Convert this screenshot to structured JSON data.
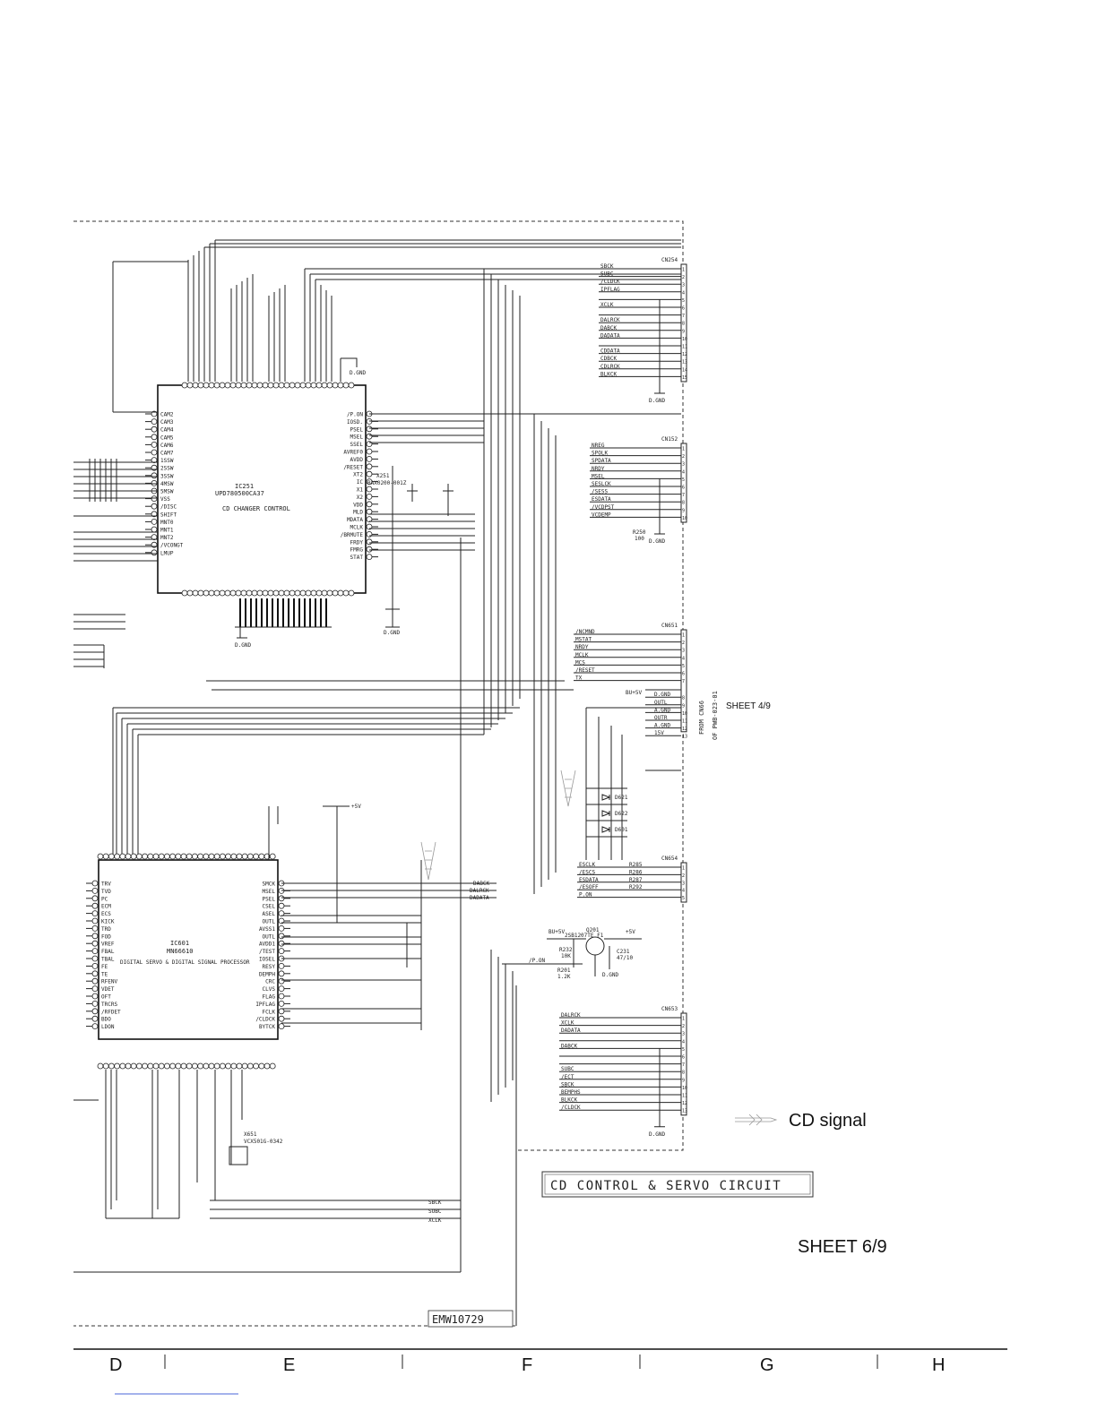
{
  "sheet": {
    "title": "CD CONTROL & SERVO CIRCUIT",
    "sheet_label": "SHEET 6/9",
    "drawing_no": "EMW10729",
    "legend_label": "CD signal",
    "ref_sheet": "SHEET 4/9",
    "from_text": "FROM CN66",
    "from_pcb": "OF PWB-023-01",
    "column_labels": [
      "D",
      "E",
      "F",
      "G",
      "H"
    ]
  },
  "ic251": {
    "ref": "IC251",
    "part": "UPD780500CA37",
    "function": "CD CHANGER CONTROL",
    "left_pins": [
      "CAM2",
      "CAM3",
      "CAM4",
      "CAM5",
      "CAM6",
      "CAM7",
      "1SSW",
      "2SSW",
      "3SSW",
      "4MSW",
      "5MSW",
      "VSS",
      "/DISC",
      "SHIFT",
      "MNT0",
      "MNT1",
      "MNT2",
      "/VCONGT",
      "LMUP"
    ],
    "right_pins": [
      "/P.ON",
      "IOSD.",
      "PSEL",
      "MSEL",
      "SSEL",
      "AVREF0",
      "AVDD",
      "/RESET",
      "XT2",
      "IC",
      "X1",
      "X2",
      "VDD",
      "MLD",
      "MDATA",
      "MCLK",
      "/BRMUTE",
      "FRDY",
      "FMRG",
      "STAT"
    ]
  },
  "ic601": {
    "ref": "IC601",
    "part": "MN66610",
    "function": "DIGITAL SERVO & DIGITAL SIGNAL PROCESSOR",
    "left_pins": [
      "TRV",
      "TVD",
      "PC",
      "ECM",
      "ECS",
      "KICK",
      "TRD",
      "FOD",
      "VREF",
      "FBAL",
      "TBAL",
      "FE",
      "TE",
      "RFENV",
      "VDET",
      "OFT",
      "TRCRS",
      "/RFDET",
      "BDO",
      "LDON"
    ],
    "right_pins": [
      "SMCK",
      "MSEL",
      "PSEL",
      "CSEL",
      "ASEL",
      "OUTL",
      "AVSS1",
      "OUTL",
      "AVDD1",
      "/TEST",
      "IOSEL",
      "RESY",
      "DEMPH",
      "CRC",
      "CLVS",
      "FLAG",
      "IPFLAG",
      "FCLK",
      "/CLDCK",
      "BYTCK"
    ]
  },
  "cn254": {
    "ref": "CN254",
    "signals": [
      "SBCK",
      "SUBC",
      "/CLDCK",
      "IPFLAG",
      "",
      "XCLK",
      "",
      "DALRCK",
      "DABCK",
      "DADATA",
      "",
      "CDDATA",
      "CDBCK",
      "CDLRCK",
      "BLKCK"
    ],
    "gnd": "D.GND"
  },
  "cn152": {
    "ref": "CN152",
    "signals": [
      "NREG",
      "SPOLK",
      "SPDATA",
      "NRDY",
      "MSEL",
      "SESLCK",
      "/SESS",
      "ESDATA",
      "/VCDPST",
      "VCDEMP"
    ],
    "resistor": "R250",
    "res_value": "100",
    "gnd": "D.GND"
  },
  "cn651": {
    "ref": "CN651",
    "signals": [
      "/NCMND",
      "MSTAT",
      "NRDY",
      "MCLK",
      "MCS",
      "/RESET",
      "TX"
    ],
    "power": "BU+5V",
    "outputs": [
      "D.GND",
      "OUTL",
      "A.GND",
      "OUTR",
      "A.GND",
      "15V"
    ],
    "diodes": [
      "D621",
      "D622",
      "D601"
    ]
  },
  "cn654": {
    "ref": "CN654",
    "signals": [
      "ESCLK",
      "/ESCS",
      "ESDATA",
      "/ESOFF",
      "P.ON"
    ],
    "resistors": [
      "R285",
      "R286",
      "R287",
      "R292"
    ]
  },
  "cn653": {
    "ref": "CN653",
    "signals": [
      "DALRCK",
      "XCLK",
      "DADATA",
      "",
      "DABCK",
      "",
      "",
      "SUBC",
      "/ECT",
      "SBCK",
      "BEMPHS",
      "BLKCK",
      "/CLDCK"
    ],
    "gnd": "D.GND"
  },
  "power_switch": {
    "transistor": "Q201",
    "part": "2SB1207TE F1",
    "supply_in": "BU+5V",
    "supply_out": "+5V",
    "r_base": "R232",
    "r_base_value": "10K",
    "r_series": "R201",
    "r_series_value": "1.2K",
    "cap": "C231",
    "cap_value": "47/10",
    "label": "/P.ON",
    "gnd": "D.GND"
  },
  "crystals": [
    {
      "ref": "X251",
      "part": "BAX0200-001Z"
    },
    {
      "ref": "X651",
      "part": "VCX501G-0342"
    }
  ],
  "nets": {
    "bus_labels": [
      "DABCK",
      "DALRCK",
      "DADATA",
      "SBCK",
      "SUBC",
      "XCLK"
    ],
    "grounds": [
      "D.GND",
      "A.GND"
    ],
    "supplies": [
      "+5V",
      "BU+5V",
      "15V"
    ]
  }
}
